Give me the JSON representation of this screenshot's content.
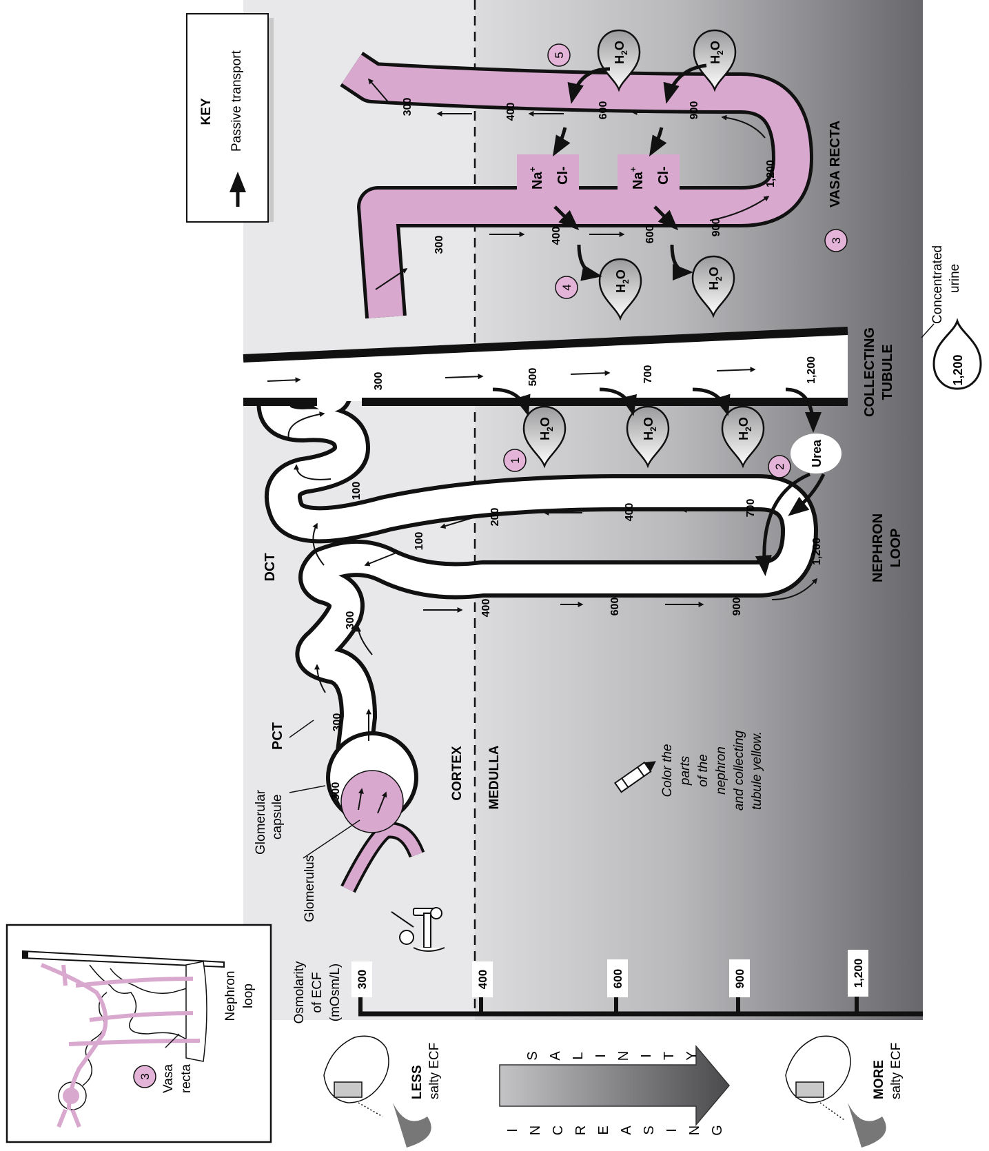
{
  "key": {
    "title": "KEY",
    "passive": "Passive transport"
  },
  "zones": {
    "cortex": "CORTEX",
    "medulla": "MEDULLA"
  },
  "ecf_axis": {
    "label_line1": "Osmolarity",
    "label_line2": "of ECF",
    "label_line3": "(mOsm/L)",
    "ticks": [
      "300",
      "400",
      "600",
      "900",
      "1,200"
    ]
  },
  "labels": {
    "glomerulus": "Glomerulus",
    "capsule_line1": "Glomerular",
    "capsule_line2": "capsule",
    "pct": "PCT",
    "dct": "DCT",
    "loop_line1": "NEPHRON",
    "loop_line2": "LOOP",
    "collecting_line1": "COLLECTING",
    "collecting_line2": "TUBULE",
    "vasa_recta": "VASA RECTA",
    "urea": "Urea",
    "urine_line1": "Concentrated",
    "urine_line2": "urine",
    "urine_value": "1,200",
    "color_instruction": [
      "Color the",
      "parts",
      "of the",
      "nephron",
      "and collecting",
      "tubule yellow."
    ]
  },
  "markers": [
    "1",
    "2",
    "3",
    "4",
    "5"
  ],
  "tubule_values": {
    "capsule": "300",
    "pct": [
      "300",
      "300"
    ],
    "descending": [
      "400",
      "600",
      "900"
    ],
    "bottom": "1,200",
    "ascending": [
      "700",
      "400",
      "200",
      "100",
      "100"
    ],
    "collecting": [
      "300",
      "500",
      "700",
      "1,200"
    ]
  },
  "vasa_values": {
    "descending": [
      "300",
      "400",
      "600",
      "900"
    ],
    "bottom": "1,200",
    "ascending": [
      "900",
      "600",
      "400",
      "300"
    ]
  },
  "ions": {
    "na": "Na",
    "cl": "Cl",
    "plus": "+",
    "minus": "-"
  },
  "water": {
    "h": "H",
    "sub": "2",
    "o": "O"
  },
  "inset": {
    "loop_line1": "Nephron",
    "loop_line2": "loop",
    "vasa_line1": "Vasa",
    "vasa_line2": "recta",
    "marker": "3"
  },
  "salinity": {
    "word": "INCREASING SALINITY",
    "less_bold": "LESS",
    "less_rest": "salty ECF",
    "more_bold": "MORE",
    "more_rest": "salty ECF"
  },
  "colors": {
    "pink": "#D8A8CE",
    "marker": "#E3B3D8",
    "cortex": "#E8E8EA",
    "medulla_dark": "#6A6A6E"
  }
}
